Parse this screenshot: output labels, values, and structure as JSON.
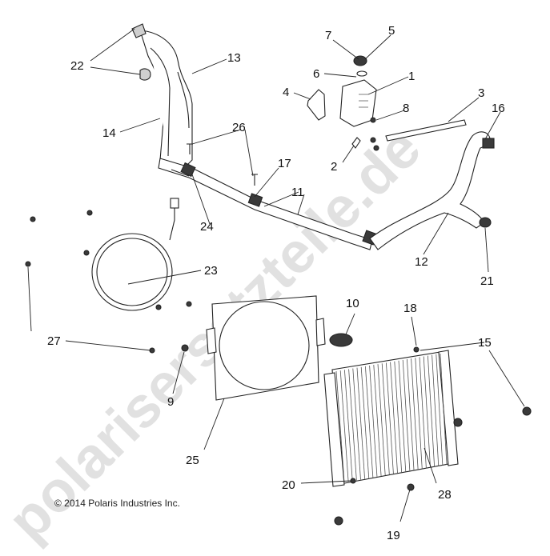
{
  "watermark": "polarisersatzteile.de",
  "copyright": "© 2014 Polaris Industries Inc.",
  "callouts": {
    "c1": "1",
    "c2": "2",
    "c3": "3",
    "c4": "4",
    "c5": "5",
    "c6": "6",
    "c7": "7",
    "c8": "8",
    "c9": "9",
    "c10": "10",
    "c11": "11",
    "c12": "12",
    "c13": "13",
    "c14": "14",
    "c15": "15",
    "c16": "16",
    "c17": "17",
    "c18": "18",
    "c19": "19",
    "c20": "20",
    "c21": "21",
    "c22": "22",
    "c23": "23",
    "c24": "24",
    "c25": "25",
    "c26": "26",
    "c27": "27",
    "c28": "28"
  }
}
